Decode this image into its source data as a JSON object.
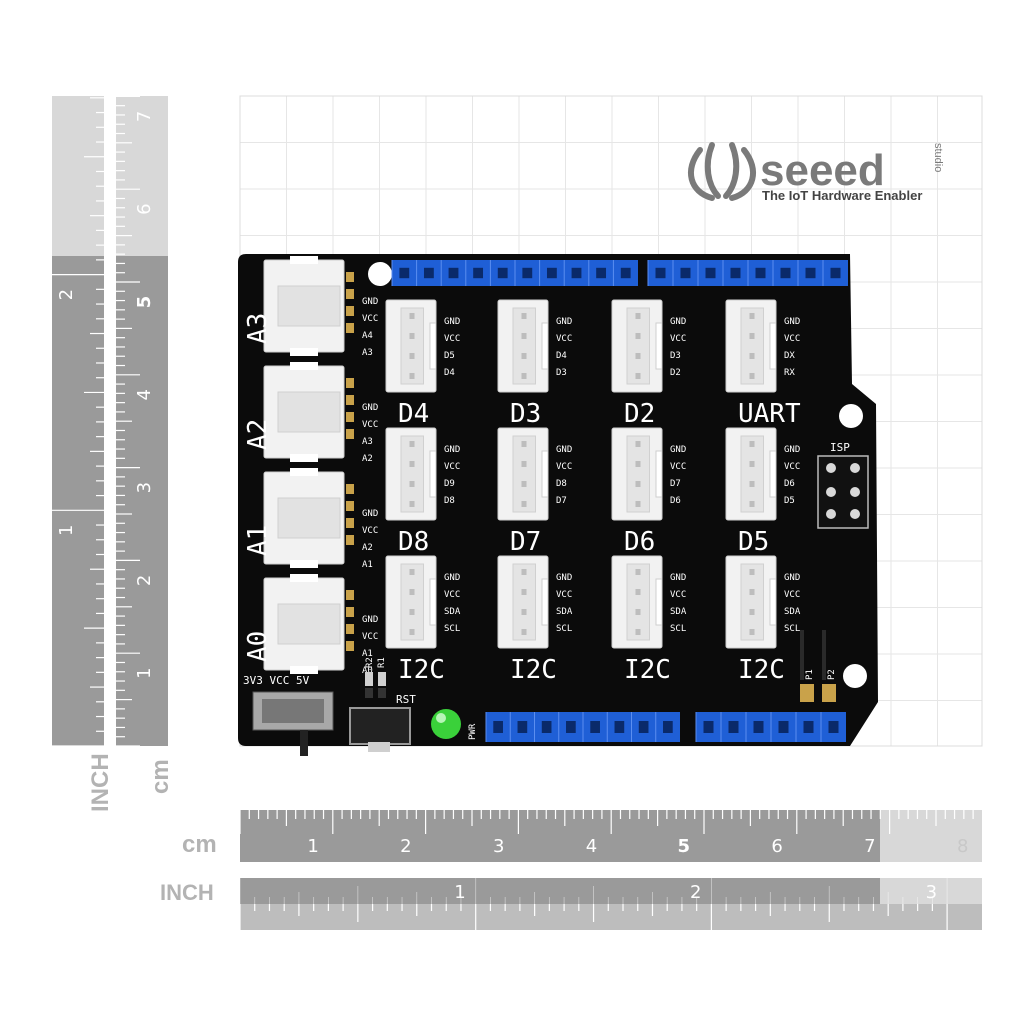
{
  "brand": {
    "name": "seeed",
    "studio": "studio",
    "tagline": "The IoT Hardware Enabler"
  },
  "rulers": {
    "cm_label": "cm",
    "inch_label": "INCH",
    "bottom_cm_ticks": [
      "1",
      "2",
      "3",
      "4",
      "5",
      "6",
      "7",
      "8"
    ],
    "bottom_inch_ticks": [
      "1",
      "2",
      "3"
    ],
    "left_cm_ticks": [
      "1",
      "2",
      "3",
      "4",
      "5",
      "6",
      "7"
    ],
    "left_inch_ticks": [
      "1",
      "2"
    ]
  },
  "board": {
    "analog_ports": [
      {
        "label": "A3",
        "pins": [
          "GND",
          "VCC",
          "A4",
          "A3"
        ]
      },
      {
        "label": "A2",
        "pins": [
          "GND",
          "VCC",
          "A3",
          "A2"
        ]
      },
      {
        "label": "A1",
        "pins": [
          "GND",
          "VCC",
          "A2",
          "A1"
        ]
      },
      {
        "label": "A0",
        "pins": [
          "GND",
          "VCC",
          "A1",
          "A0"
        ]
      }
    ],
    "grid_ports": [
      {
        "label": "D4",
        "pins": [
          "GND",
          "VCC",
          "D5",
          "D4"
        ]
      },
      {
        "label": "D3",
        "pins": [
          "GND",
          "VCC",
          "D4",
          "D3"
        ]
      },
      {
        "label": "D2",
        "pins": [
          "GND",
          "VCC",
          "D3",
          "D2"
        ]
      },
      {
        "label": "UART",
        "pins": [
          "GND",
          "VCC",
          "DX",
          "RX"
        ]
      },
      {
        "label": "D8",
        "pins": [
          "GND",
          "VCC",
          "D9",
          "D8"
        ]
      },
      {
        "label": "D7",
        "pins": [
          "GND",
          "VCC",
          "D8",
          "D7"
        ]
      },
      {
        "label": "D6",
        "pins": [
          "GND",
          "VCC",
          "D7",
          "D6"
        ]
      },
      {
        "label": "D5",
        "pins": [
          "GND",
          "VCC",
          "D6",
          "D5"
        ]
      },
      {
        "label": "I2C",
        "pins": [
          "GND",
          "VCC",
          "SDA",
          "SCL"
        ]
      },
      {
        "label": "I2C",
        "pins": [
          "GND",
          "VCC",
          "SDA",
          "SCL"
        ]
      },
      {
        "label": "I2C",
        "pins": [
          "GND",
          "VCC",
          "SDA",
          "SCL"
        ]
      },
      {
        "label": "I2C",
        "pins": [
          "GND",
          "VCC",
          "SDA",
          "SCL"
        ]
      }
    ],
    "isp_label": "ISP",
    "switch_label": "3V3 VCC 5V",
    "reset_label": "RST",
    "power_label": "PWR",
    "resistor_labels": [
      "R2",
      "R1"
    ],
    "pad_labels": [
      "P1",
      "P2"
    ],
    "colors": {
      "pcb": "#0b0b0b",
      "header": "#1f5fd6",
      "connector": "#f2f2f2",
      "led": "#3ad13a"
    }
  }
}
